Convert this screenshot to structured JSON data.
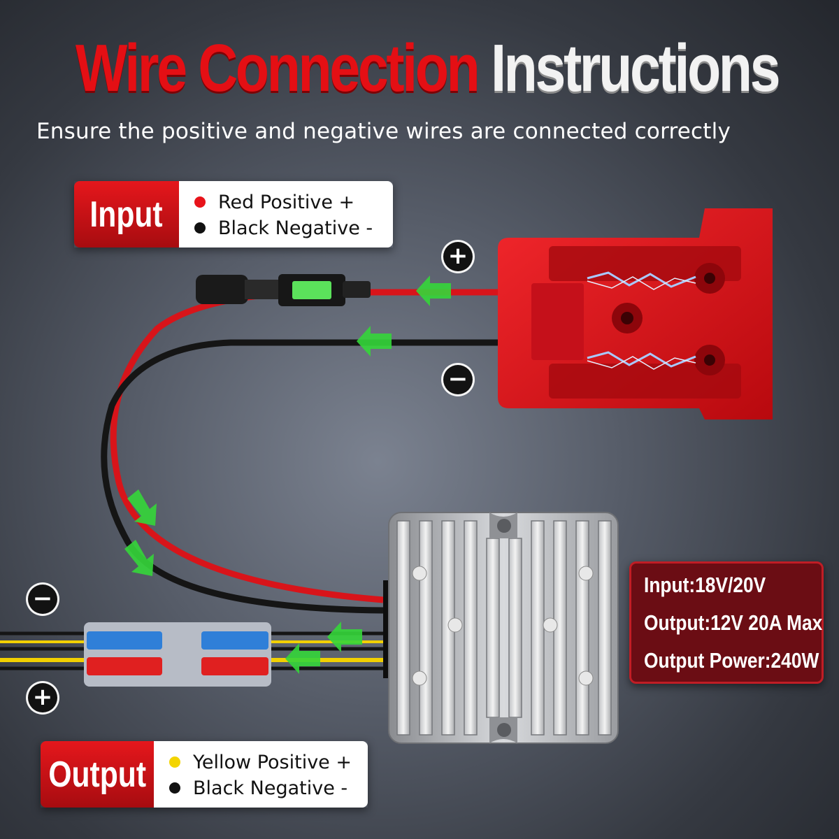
{
  "title": {
    "part_red": "Wire Connection",
    "part_white": "Instructions"
  },
  "subtitle": "Ensure the positive and negative wires are connected correctly",
  "input_legend": {
    "tag": "Input",
    "rows": [
      {
        "text": "Red Positive +",
        "dot_color": "#e8131a"
      },
      {
        "text": "Black  Negative -",
        "dot_color": "#111111"
      }
    ]
  },
  "output_legend": {
    "tag": "Output",
    "rows": [
      {
        "text": "Yellow Positive +",
        "dot_color": "#f3d400"
      },
      {
        "text": "Black  Negative -",
        "dot_color": "#111111"
      }
    ]
  },
  "polarity_marks": {
    "plus": "+",
    "minus": "−"
  },
  "specs": [
    "Input:18V/20V",
    "Output:12V 20A Max",
    "Output Power:240W"
  ],
  "colors": {
    "accent_red": "#e40f14",
    "wire_red": "#d8141a",
    "wire_black": "#151515",
    "wire_yellow": "#f2d000",
    "arrow_green": "#35d63a",
    "adapter_red": "#e0161c",
    "connector_blue": "#2f7fd8",
    "connector_red": "#e02020"
  }
}
